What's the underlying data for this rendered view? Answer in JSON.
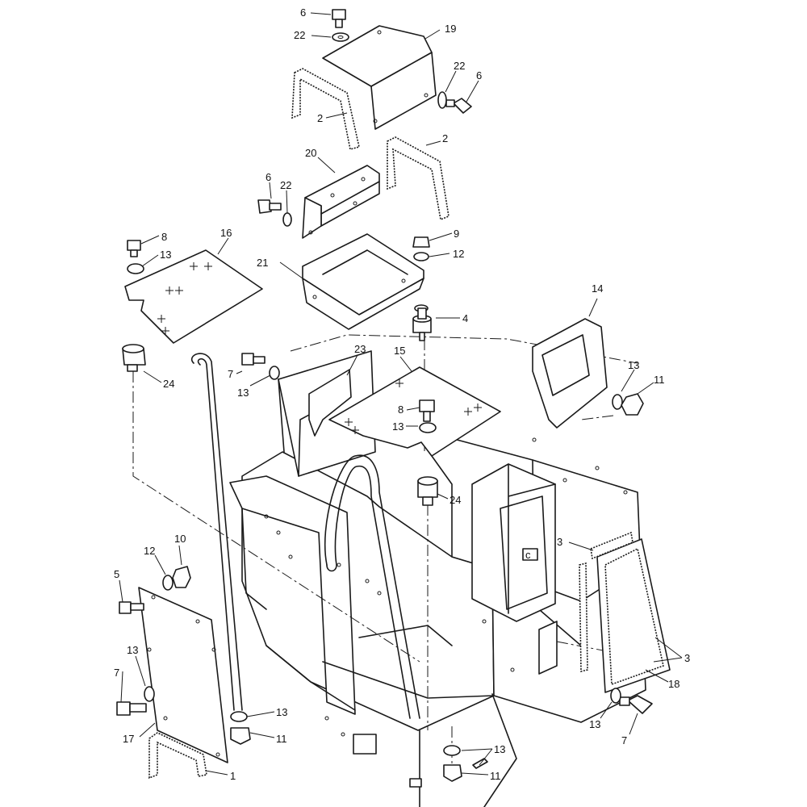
{
  "callouts": [
    {
      "key": "c6a",
      "text": "6"
    },
    {
      "key": "c22a",
      "text": "22"
    },
    {
      "key": "c19",
      "text": "19"
    },
    {
      "key": "c22b",
      "text": "22"
    },
    {
      "key": "c6b",
      "text": "6"
    },
    {
      "key": "c2a",
      "text": "2"
    },
    {
      "key": "c2b",
      "text": "2"
    },
    {
      "key": "c20",
      "text": "20"
    },
    {
      "key": "c6c",
      "text": "6"
    },
    {
      "key": "c22c",
      "text": "22"
    },
    {
      "key": "c8a",
      "text": "8"
    },
    {
      "key": "c16",
      "text": "16"
    },
    {
      "key": "c13a",
      "text": "13"
    },
    {
      "key": "c21",
      "text": "21"
    },
    {
      "key": "c9",
      "text": "9"
    },
    {
      "key": "c12a",
      "text": "12"
    },
    {
      "key": "c14",
      "text": "14"
    },
    {
      "key": "c4",
      "text": "4"
    },
    {
      "key": "c23",
      "text": "23"
    },
    {
      "key": "c15",
      "text": "15"
    },
    {
      "key": "c7a",
      "text": "7"
    },
    {
      "key": "c13b",
      "text": "13"
    },
    {
      "key": "c24a",
      "text": "24"
    },
    {
      "key": "c13c",
      "text": "13"
    },
    {
      "key": "c11a",
      "text": "11"
    },
    {
      "key": "c8b",
      "text": "8"
    },
    {
      "key": "c13d",
      "text": "13"
    },
    {
      "key": "c24b",
      "text": "24"
    },
    {
      "key": "c3a",
      "text": "3"
    },
    {
      "key": "c3b",
      "text": "3"
    },
    {
      "key": "c10",
      "text": "10"
    },
    {
      "key": "c12b",
      "text": "12"
    },
    {
      "key": "c5",
      "text": "5"
    },
    {
      "key": "c13e",
      "text": "13"
    },
    {
      "key": "c7b",
      "text": "7"
    },
    {
      "key": "c17",
      "text": "17"
    },
    {
      "key": "c1",
      "text": "1"
    },
    {
      "key": "c13f",
      "text": "13"
    },
    {
      "key": "c11b",
      "text": "11"
    },
    {
      "key": "c13g",
      "text": "13"
    },
    {
      "key": "c11c",
      "text": "11"
    },
    {
      "key": "c18",
      "text": "18"
    },
    {
      "key": "c13h",
      "text": "13"
    },
    {
      "key": "c7c",
      "text": "7"
    }
  ],
  "frame_badge": "c"
}
